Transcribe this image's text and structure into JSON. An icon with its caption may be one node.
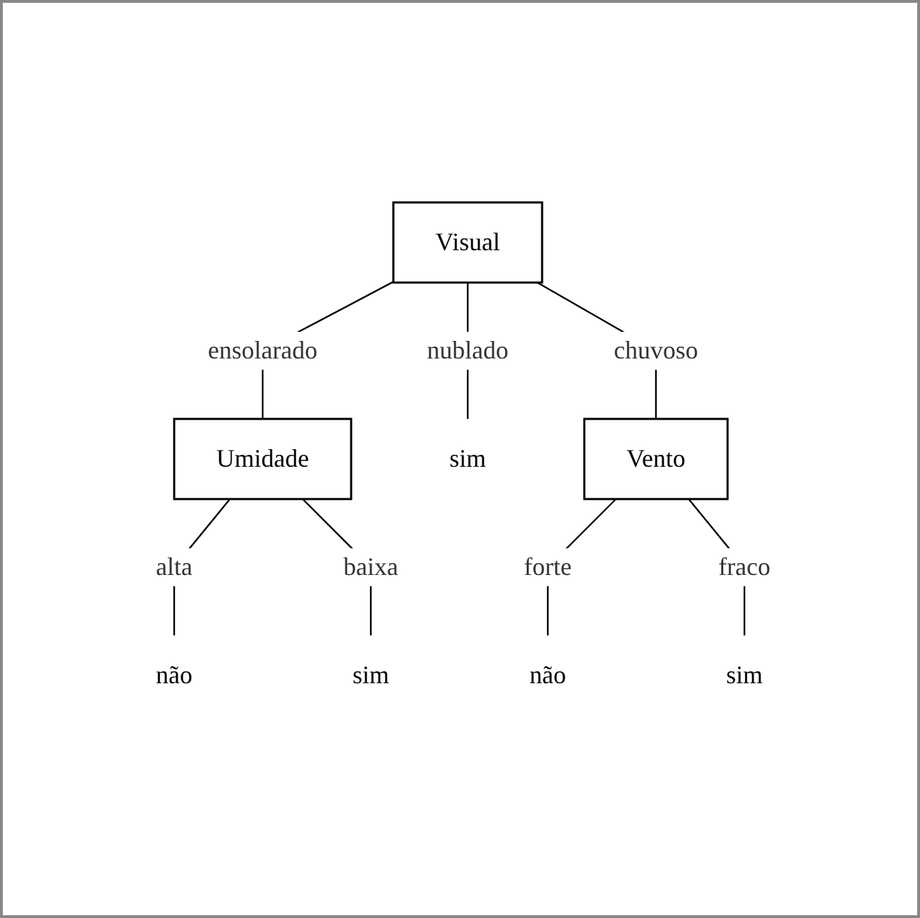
{
  "diagram": {
    "nodes": [
      {
        "text": [
          "Visual"
        ]
      },
      {
        "text": [
          "Umidade"
        ]
      },
      {
        "text": [
          "sim"
        ]
      },
      {
        "text": [
          "Vento"
        ]
      },
      {
        "text": [
          "não"
        ]
      },
      {
        "text": [
          "sim"
        ]
      },
      {
        "text": [
          "não"
        ]
      },
      {
        "text": [
          "sim"
        ]
      }
    ],
    "edges": [
      {
        "from": 0,
        "to": 1,
        "label": "ensolarado",
        "arrow": "none"
      },
      {
        "from": 0,
        "to": 2,
        "label": "nublado",
        "arrow": "none"
      },
      {
        "from": 0,
        "to": 3,
        "label": "chuvoso",
        "arrow": "none"
      },
      {
        "from": 1,
        "to": 4,
        "label": "alta",
        "arrow": "none"
      },
      {
        "from": 1,
        "to": 5,
        "label": "baixa",
        "arrow": "none"
      },
      {
        "from": 3,
        "to": 6,
        "label": "forte",
        "arrow": "none"
      },
      {
        "from": 3,
        "to": 7,
        "label": "fraco",
        "arrow": "none"
      }
    ]
  }
}
